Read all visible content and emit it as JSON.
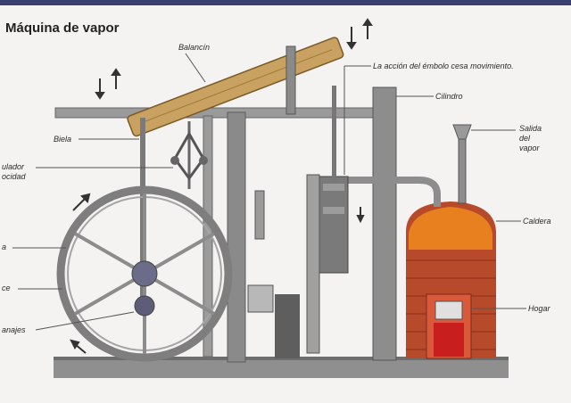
{
  "title": "Máquina de vapor",
  "labels": {
    "balancin": "Balancín",
    "accion_embolo": "La acción del émbolo cesa movimiento.",
    "cilindro": "Cilindro",
    "salida_vapor": [
      "Salida",
      "del",
      "vapor"
    ],
    "caldera": "Caldera",
    "hogar": "Hogar",
    "biela": "Biela",
    "regulador": [
      "ulador",
      "ocidad"
    ],
    "left_partial_1": "a",
    "left_partial_2": "ce",
    "left_partial_3": "anajes"
  },
  "colors": {
    "background": "#f4f3f1",
    "top_band": "#3a3f6e",
    "beam": "#c9a160",
    "metal": "#8d8d8d",
    "metal_dark": "#5a5a5a",
    "boiler_glow": "#f08a1e",
    "brick": "#b84a2c",
    "firebox": "#c81e1e"
  }
}
